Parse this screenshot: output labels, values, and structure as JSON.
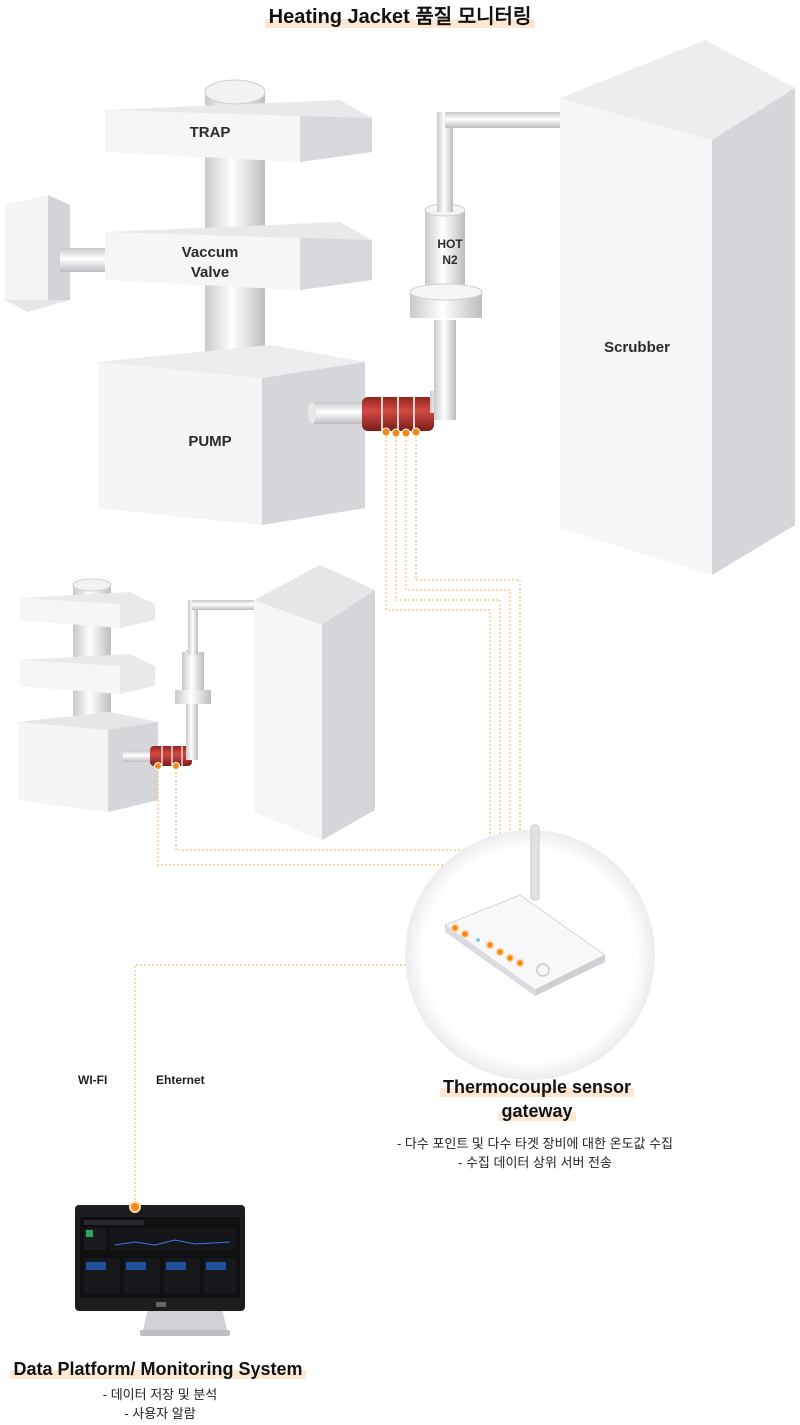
{
  "title": "Heating Jacket 품질 모니터링",
  "equipment": {
    "trap": "TRAP",
    "valve_line1": "Vaccum",
    "valve_line2": "Valve",
    "pump": "PUMP",
    "hot_line1": "HOT",
    "hot_line2": "N2",
    "scrubber": "Scrubber"
  },
  "connections": {
    "wifi": "WI-FI",
    "ethernet": "Ehternet"
  },
  "gateway": {
    "title_line1": "Thermocouple sensor",
    "title_line2": "gateway",
    "bullets": [
      "- 다수 포인트 및 다수 타겟 장비에 대한 온도값 수집",
      "- 수집 데이터 상위 서버 전송"
    ]
  },
  "platform": {
    "title": "Data Platform/ Monitoring System",
    "bullets": [
      "- 데이터 저장 및 분석",
      "- 사용자 알람"
    ]
  },
  "colors": {
    "heater_red": "#b8322e",
    "sensor_orange": "#f28a1a",
    "wire_orange": "#f5b25e",
    "highlight": "#fde7d3"
  }
}
